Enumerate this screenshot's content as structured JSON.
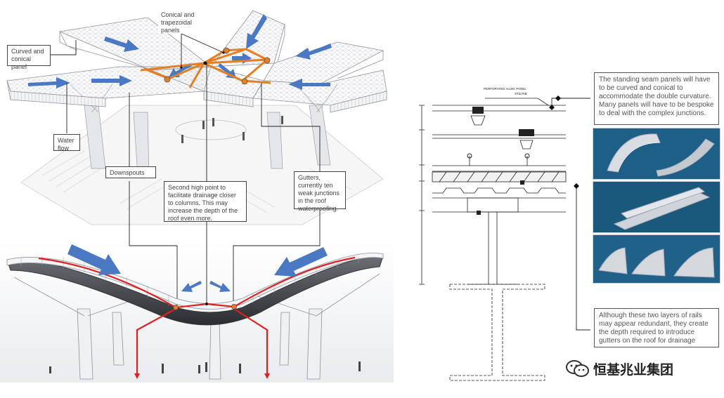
{
  "labels": {
    "conical_trapezoidal": "Conical and trapezoidal panels",
    "curved_conical": "Curved and conical panel",
    "water_flow": "Water flow",
    "downspouts": "Downspouts",
    "second_high_point": "Second high point to facilitate drainage closer to columns. This may increase the depth of the roof even more.",
    "gutters": "Gutters, currently ten weak junctions in the roof waterproofing."
  },
  "notes": {
    "standing_seam": "The standing seam panels will have to be curved and conical to accommodate the double curvature. Many panels will have to be bespoke to deal with the complex junctions.",
    "two_layers": "Although these two layers of rails may appear redundant, they create the depth required to introduce gutters on the roof for drainage"
  },
  "section": {
    "title": "PERFORATED ALUM. PANEL",
    "subtitle": "STD.RIB"
  },
  "brand": {
    "name": "恒基兆业集团"
  },
  "colors": {
    "accent_orange": "#e67e22",
    "arrow_blue": "#4a78c2",
    "flow_red": "#e02020",
    "photo_blue": "#1d5f86"
  }
}
